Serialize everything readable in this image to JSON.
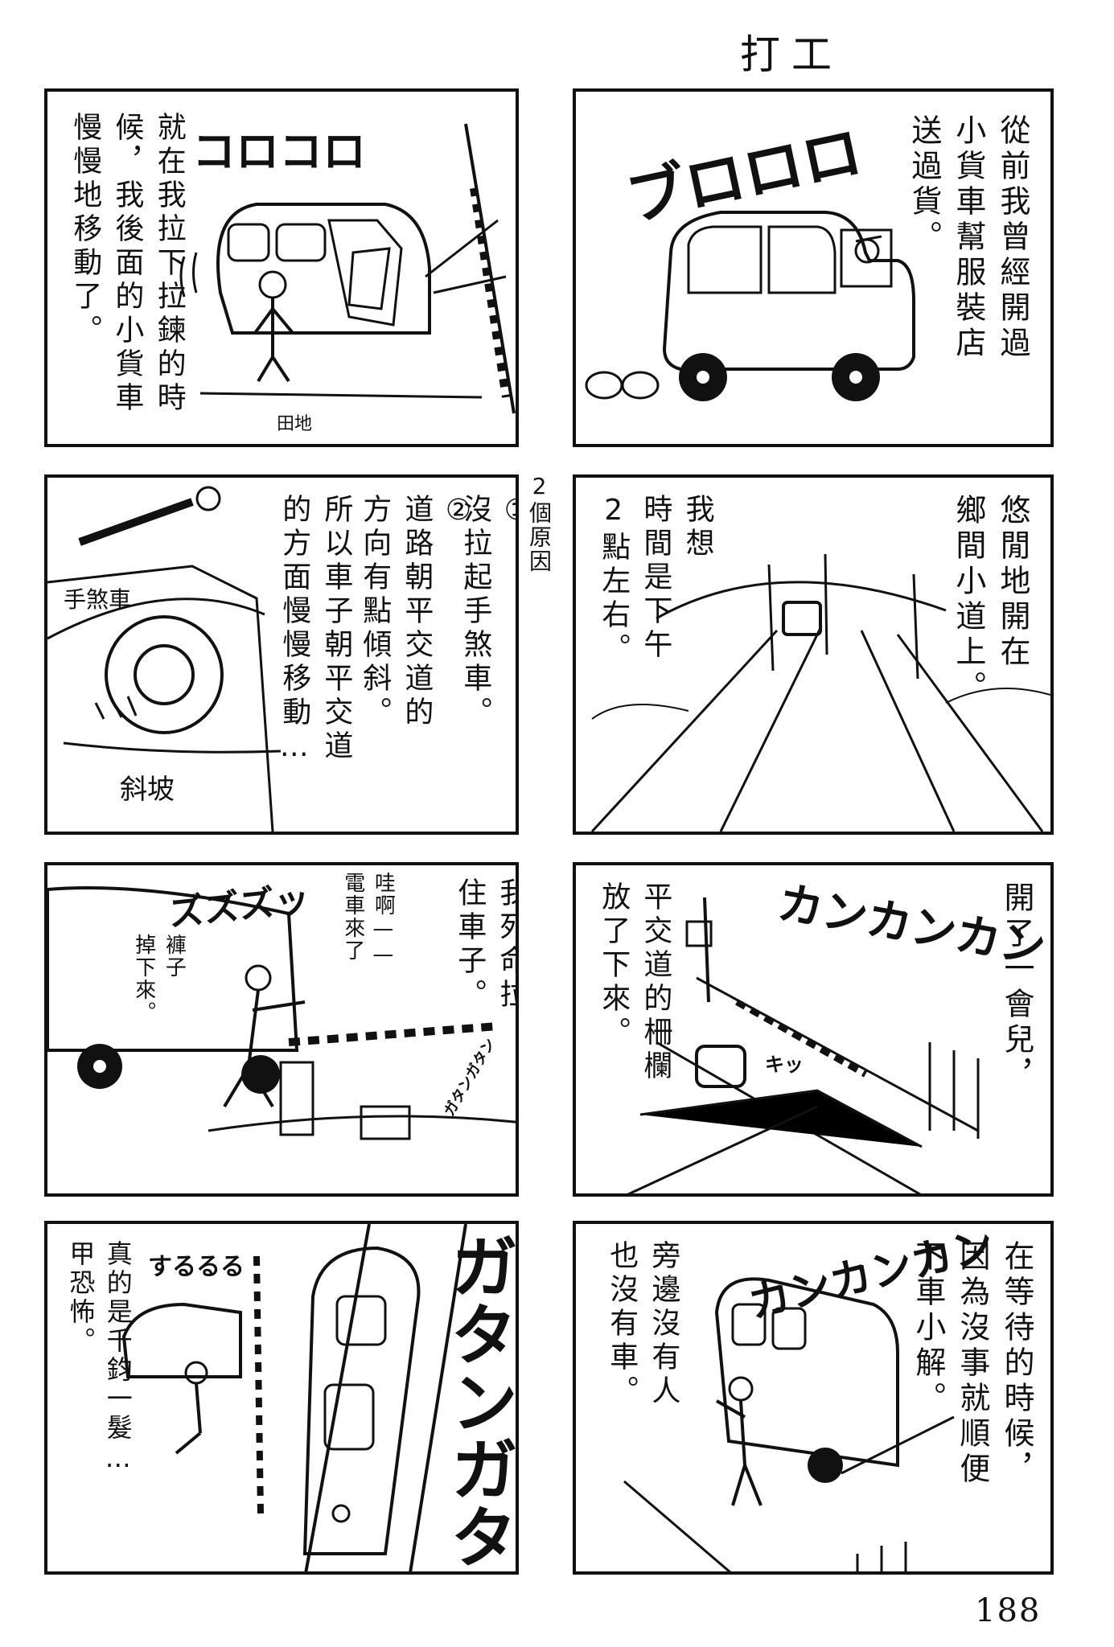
{
  "page": {
    "title": "打工",
    "page_number": "188",
    "side_note": "2個原因"
  },
  "panels": {
    "p1": {
      "narration": "從前我曾經開過\n小貨車幫服裝店\n送過貨。",
      "sfx": "ブロロロ"
    },
    "p2": {
      "narration": "就在我拉下拉鍊的時\n候，我後面的小貨車\n慢慢地移動了。",
      "sfx": "コロコロ",
      "label": "田地"
    },
    "p3": {
      "narration": "悠閒地開在\n鄉間小道上。",
      "caption": "我想\n時間是下午\n2點左右。"
    },
    "p4": {
      "reason1": "①\n沒拉起手煞車。",
      "reason2": "②\n道路朝平交道的\n方向有點傾斜。",
      "conclusion": "所以車子朝平交道\n的方面慢慢移動…",
      "label_brake": "手煞車",
      "label_slope": "斜坡"
    },
    "p5": {
      "narration": "開了一會兒，",
      "caption": "平交道的柵欄\n放了下來。",
      "sfx": "カンカンカン",
      "sfx_small": "キッ"
    },
    "p6": {
      "narration": "我死命拉\n住車子。",
      "bubble": "哇啊——\n電車來了",
      "note": "褲子\n掉下來。",
      "sfx": "ズズズッ",
      "sfx_small": "ガタンガタン"
    },
    "p7": {
      "narration": "在等待的時候，\n因為沒事就順便\n下車小解。",
      "caption": "旁邊沒有人\n也沒有車。",
      "sfx": "カンカンカン"
    },
    "p8": {
      "narration": "真的是千鈞一髮…\n甲恐怖。",
      "sfx": "ガタンガタン",
      "sfx_small": "するるる"
    }
  }
}
